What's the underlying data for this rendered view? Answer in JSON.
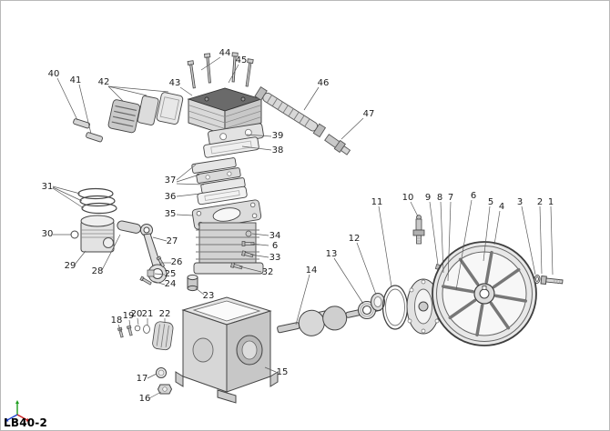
{
  "diagram": {
    "model": "LB40-2",
    "callouts": {
      "1": "1",
      "2": "2",
      "3": "3",
      "4": "4",
      "5": "5",
      "6": "6",
      "7": "7",
      "8": "8",
      "9": "9",
      "10": "10",
      "11": "11",
      "12": "12",
      "13": "13",
      "14": "14",
      "15": "15",
      "16": "16",
      "17": "17",
      "18": "18",
      "19": "19",
      "20": "20",
      "21": "21",
      "22": "22",
      "23": "23",
      "24": "24",
      "25": "25",
      "26": "26",
      "27": "27",
      "28": "28",
      "29": "29",
      "30": "30",
      "31": "31",
      "32": "32",
      "33": "33",
      "34": "34",
      "35": "35",
      "36": "36",
      "37": "37",
      "38": "38",
      "39": "39",
      "40": "40",
      "41": "41",
      "42": "42",
      "43": "43",
      "44": "44",
      "45": "45",
      "46": "46",
      "47": "47"
    }
  },
  "colors": {
    "line": "#3f3f3f",
    "axis_x_red": "#cc2222",
    "axis_y_green": "#1f9d1f",
    "axis_z_blue": "#2244cc"
  }
}
